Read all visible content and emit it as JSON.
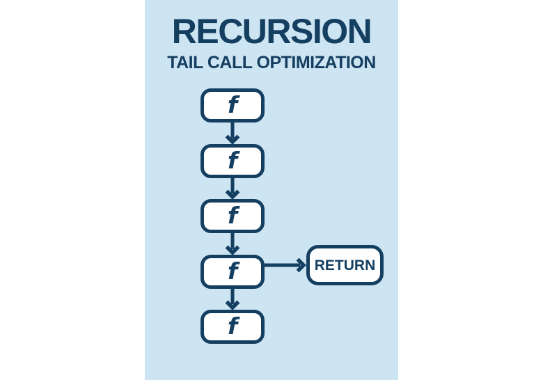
{
  "poster": {
    "title": "RECURSION",
    "subtitle": "TAIL CALL OPTIMIZATION"
  },
  "flow": {
    "nodes": [
      {
        "label": "f"
      },
      {
        "label": "f"
      },
      {
        "label": "f"
      },
      {
        "label": "f"
      },
      {
        "label": "f"
      }
    ],
    "return_node": {
      "label": "RETURN"
    }
  },
  "colors": {
    "page_background": "#ffffff",
    "panel_background": "#cde4f2",
    "ink_navy": "#153f61",
    "node_fill": "#ffffff"
  }
}
